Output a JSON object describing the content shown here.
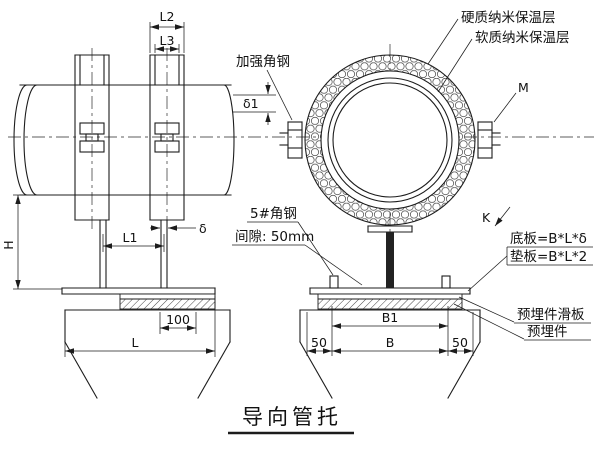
{
  "drawing": {
    "title": "导向管托"
  },
  "callouts": {
    "hard_insulation": "硬质纳米保温层",
    "soft_insulation": "软质纳米保温层",
    "reinforce_angle": "加强角钢",
    "bolt_m": "M",
    "angle_5": "5#角钢",
    "gap": "间隙: 50mm",
    "section_k": "K",
    "bottom_plate": "底板=B*L*δ",
    "pad_plate": "垫板=B*L*2",
    "embed_slide_plate": "预埋件滑板",
    "embed_part": "预埋件"
  },
  "dimensions": {
    "L2": "L2",
    "L3": "L3",
    "delta1": "δ1",
    "H": "H",
    "L1": "L1",
    "delta": "δ",
    "d100": "100",
    "L": "L",
    "B1": "B1",
    "B": "B",
    "d50_left": "50",
    "d50_right": "50"
  }
}
